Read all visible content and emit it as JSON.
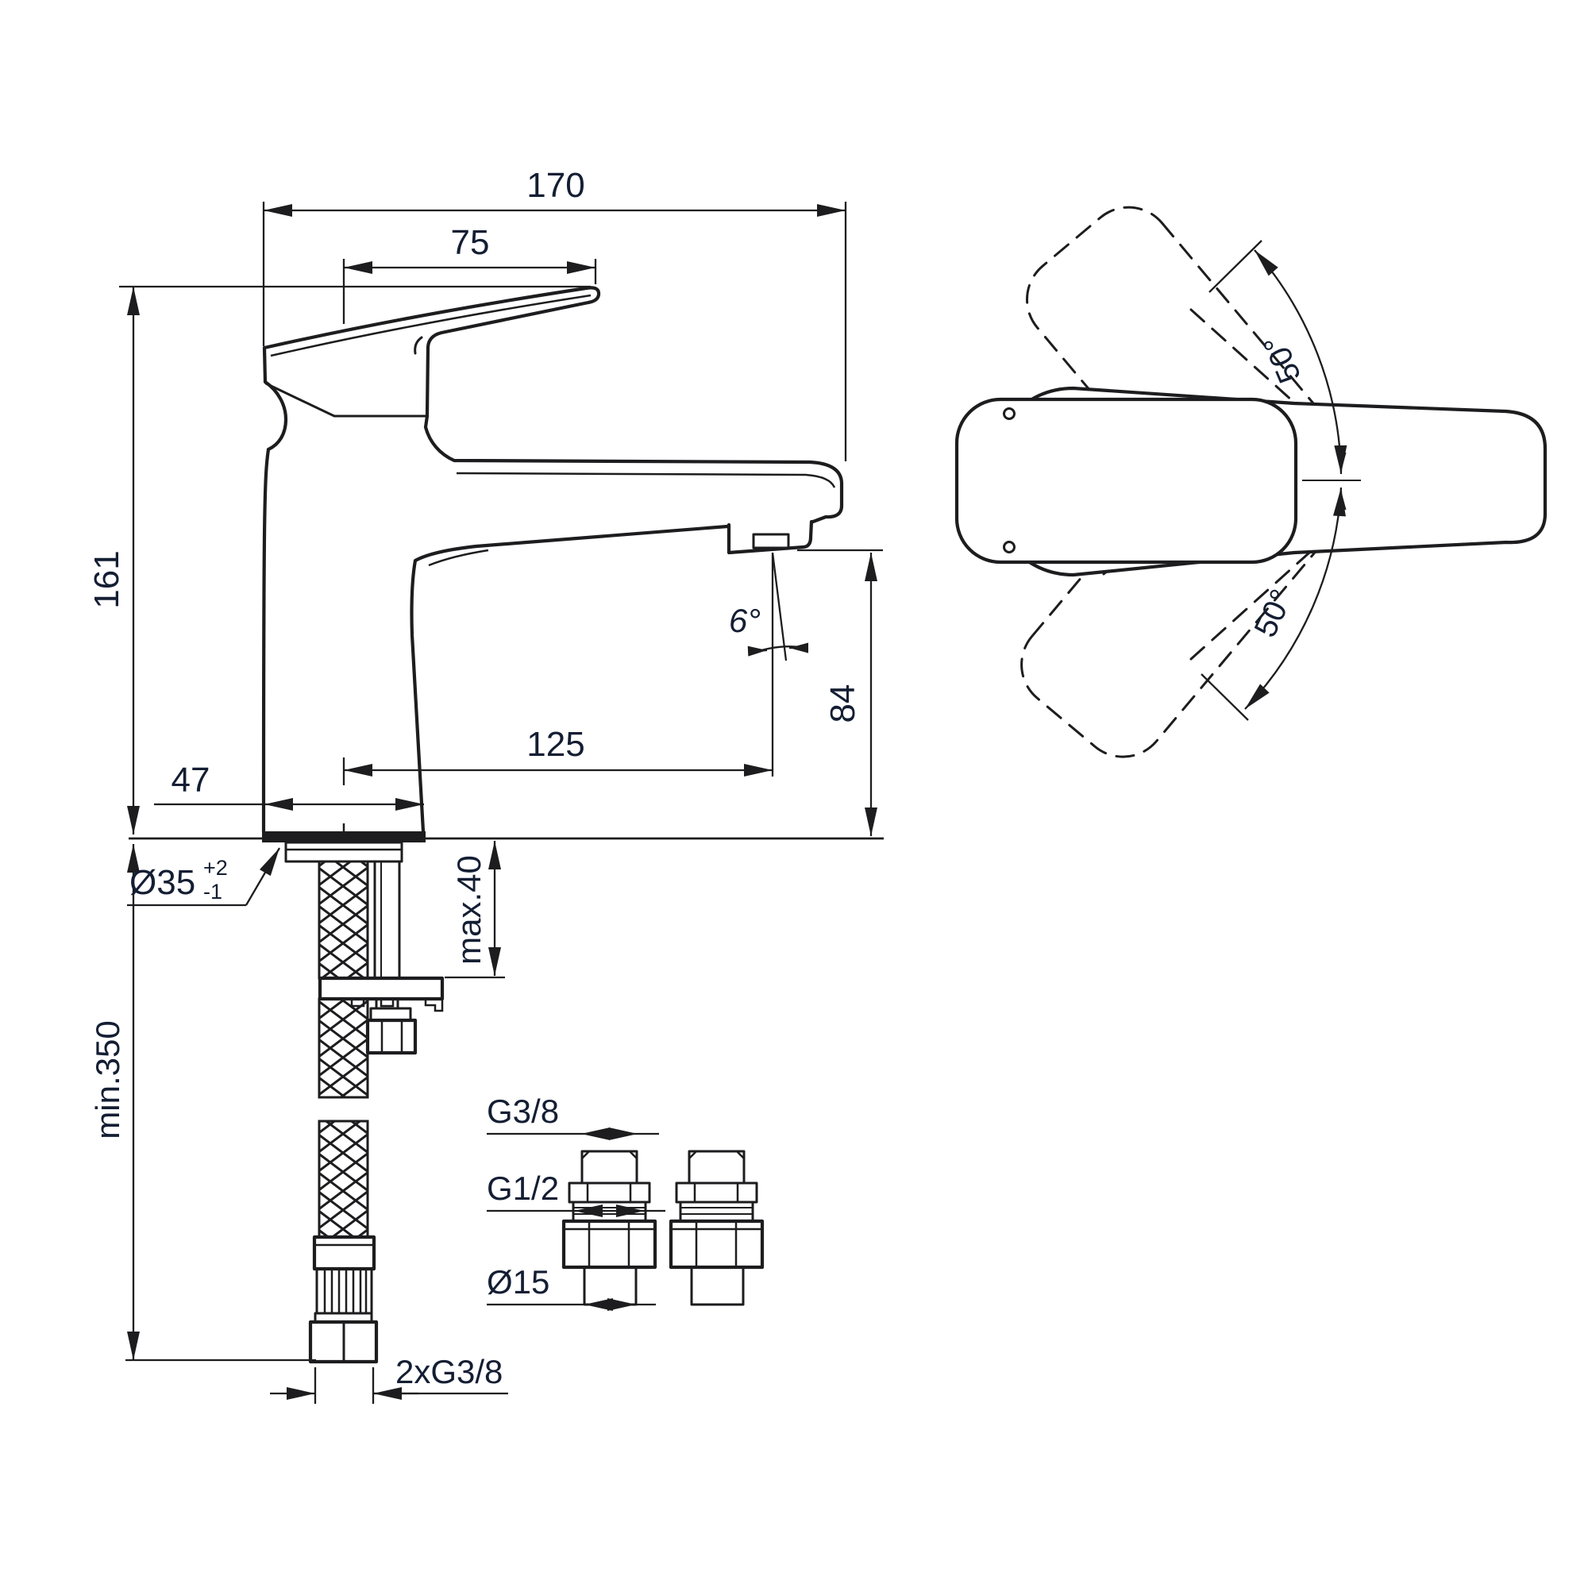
{
  "meta": {
    "type": "technical-drawing",
    "subject": "single-lever basin mixer, dimensional drawing with mounting hoses, adapters and handle swivel top view"
  },
  "colors": {
    "line": "#1d1d1f",
    "text": "#141e33",
    "background": "#ffffff"
  },
  "side_view": {
    "dim_total_length": "170",
    "dim_handle_length": "75",
    "dim_body_height": "161",
    "dim_spout_reach": "125",
    "dim_spout_height": "84",
    "dim_stream_angle": "6°",
    "dim_base_width": "47",
    "hole_diameter": "Ø35",
    "hole_tolerance_plus": "+2",
    "hole_tolerance_minus": "-1",
    "dim_deck_max": "max.40",
    "dim_hose_min": "min.350",
    "dim_hose_threads": "2xG3/8"
  },
  "adapters": {
    "thread_top": "G3/8",
    "thread_bottom": "G1/2",
    "pipe_diameter": "Ø15"
  },
  "top_view": {
    "swivel_upper": "50°",
    "swivel_lower": "50°"
  }
}
